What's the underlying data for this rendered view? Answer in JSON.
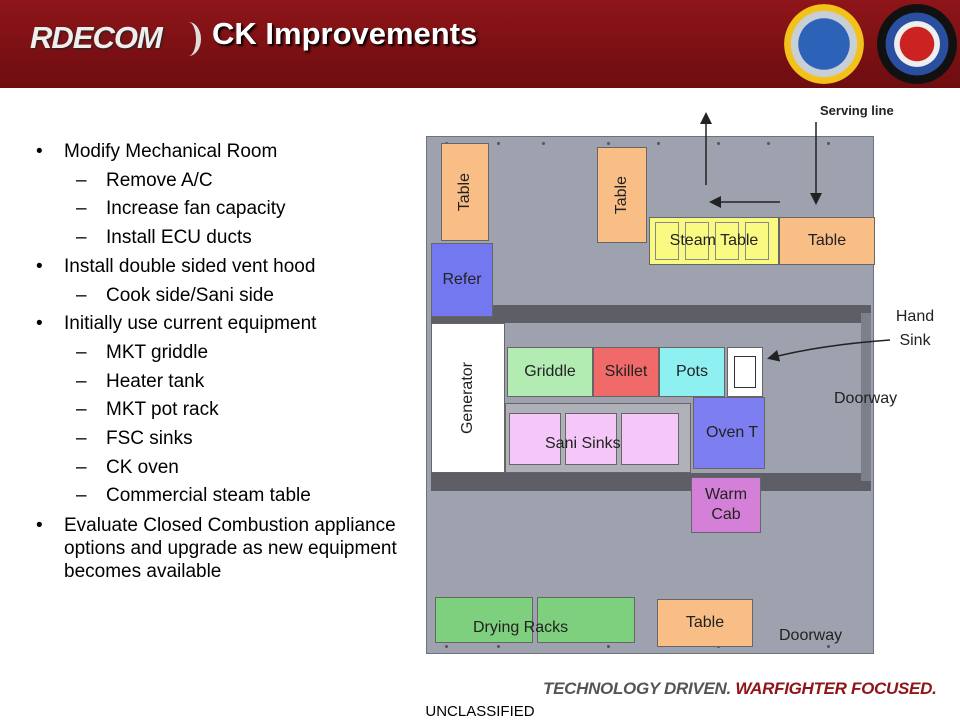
{
  "header": {
    "logo_text": "RDECOM",
    "title": "CK Improvements",
    "seal_left_icon": "natick-seal-icon",
    "seal_right_icon": "product-manager-seal-icon"
  },
  "bullets": [
    {
      "level": 1,
      "text": "Modify Mechanical Room"
    },
    {
      "level": 2,
      "text": "Remove A/C"
    },
    {
      "level": 2,
      "text": "Increase fan capacity"
    },
    {
      "level": 2,
      "text": "Install ECU ducts"
    },
    {
      "level": 1,
      "text": "Install double sided vent hood"
    },
    {
      "level": 2,
      "text": "Cook side/Sani side"
    },
    {
      "level": 1,
      "text": "Initially use current equipment"
    },
    {
      "level": 2,
      "text": "MKT griddle"
    },
    {
      "level": 2,
      "text": "Heater tank"
    },
    {
      "level": 2,
      "text": "MKT pot rack"
    },
    {
      "level": 2,
      "text": "FSC sinks"
    },
    {
      "level": 2,
      "text": "CK oven"
    },
    {
      "level": 2,
      "text": "Commercial steam table"
    },
    {
      "level": 1,
      "text": "Evaluate Closed Combustion appliance options and upgrade as new equipment becomes available"
    }
  ],
  "diagram": {
    "serving_line": "Serving line",
    "table_left": "Table",
    "table_mid": "Table",
    "steam_table": "Steam Table",
    "table_right": "Table",
    "refer": "Refer",
    "generator": "Generator",
    "griddle": "Griddle",
    "skillet": "Skillet",
    "pots": "Pots",
    "sani_sinks": "Sani Sinks",
    "oven": "Oven T",
    "warm_cab": "Warm Cab",
    "hand_sink": "Hand Sink",
    "doorway_right": "Doorway",
    "drying_racks": "Drying Racks",
    "table_bottom": "Table",
    "doorway_bottom": "Doorway"
  },
  "footer": {
    "tag_part1": "TECHNOLOGY DRIVEN.",
    "tag_part2": "WARFIGHTER FOCUSED.",
    "classification": "UNCLASSIFIED"
  },
  "colors": {
    "header": "#8e1519",
    "plan_bg": "#9ea1ae",
    "table": "#f9bd86",
    "steam_table": "#fafa82",
    "refer": "#7378f0",
    "griddle": "#b2ecb2",
    "skillet": "#f06a6a",
    "pots": "#8ef0f0",
    "sani": "#f5c7f8",
    "oven": "#7d7ff0",
    "warm_cab": "#d580d8",
    "drying": "#7ed07e"
  }
}
